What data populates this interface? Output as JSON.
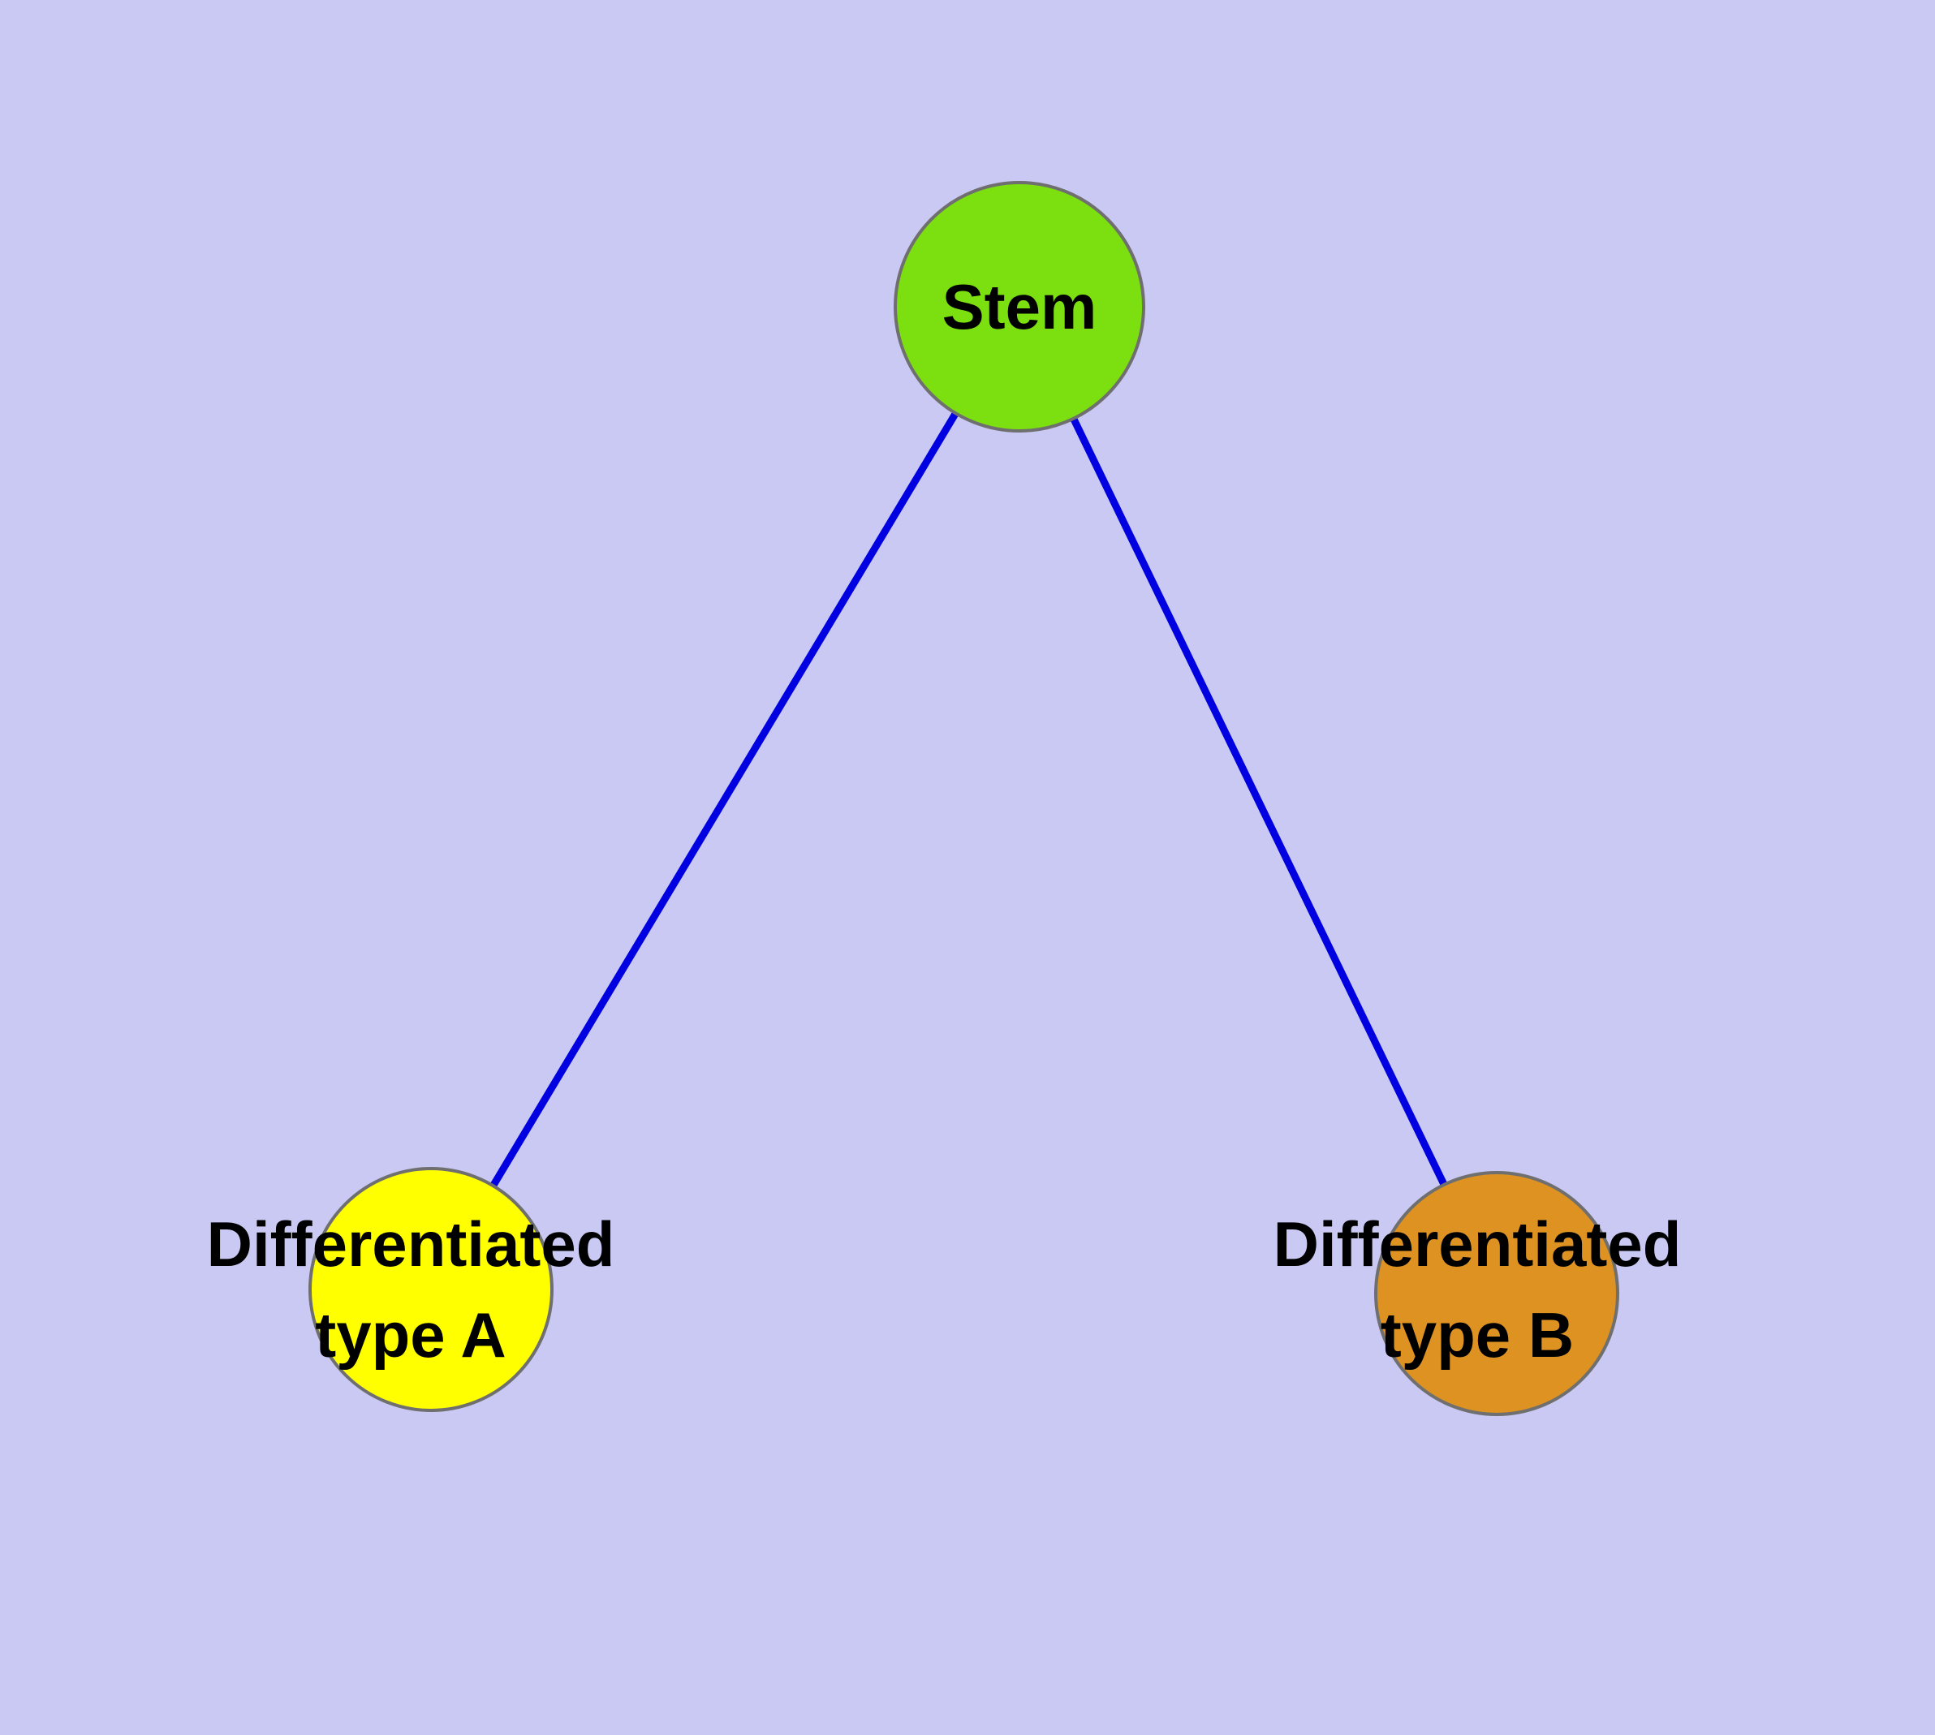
{
  "diagram": {
    "background_color": "#c9c9f3",
    "edge": {
      "color": "#0000e0"
    },
    "nodes": {
      "stem": {
        "label": "Stem",
        "fill": "#7cdf10"
      },
      "type_a": {
        "label_line1": "Differentiated",
        "label_line2": "type A",
        "fill": "#ffff00"
      },
      "type_b": {
        "label_line1": "Differentiated",
        "label_line2": "type B",
        "fill": "#dd9222"
      }
    }
  }
}
